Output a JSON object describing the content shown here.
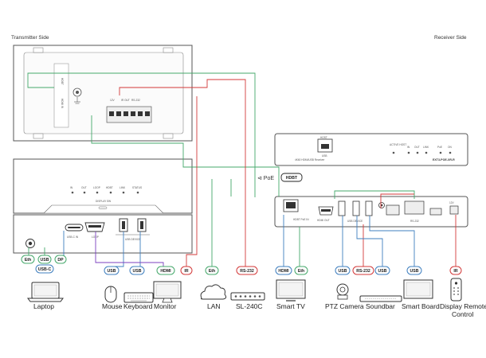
{
  "labels": {
    "transmitter_side": "Transmitter Side",
    "receiver_side": "Receiver Side",
    "poe": "⊲ PoE",
    "hdbt": "HDBT"
  },
  "colors": {
    "ethernet": "#45a86b",
    "usb": "#3f7fbf",
    "ir_rs232": "#d33a3a",
    "hdmi": "#7b3fbf"
  },
  "device_labels": {
    "tx_plate": {
      "v12": "12V",
      "ir_out": "IR OUT",
      "rs232": "RS-232",
      "hdbt": "HDBT",
      "hdmi_in": "HDMI IN"
    },
    "tx_front": {
      "in": "IN",
      "out": "OUT",
      "loop": "LOOP",
      "hdbt": "HDBT",
      "link": "LINK",
      "status": "STATUS",
      "display_sw": "DISPLAY SW"
    },
    "tx_rear": {
      "usbc_in": "USB-C IN",
      "loop": "LOOP",
      "usb_device": "USB DEVICE"
    },
    "rx_front": {
      "host": "HOST",
      "usb": "USB",
      "product_desc": "4K60 HDMI/USB Receiver",
      "active_host": "ACTIVE HOST",
      "in": "IN",
      "out": "OUT",
      "link": "LINK",
      "pd": "PoE",
      "on": "ON",
      "model": "EXT3-POE-XR-R"
    },
    "rx_rear": {
      "hdbt_poe": "HDBT PoE IN",
      "hdmi_out": "HDMI OUT",
      "usb_host": "USB DEVICE",
      "rs232": "RS-232",
      "v12": "12V"
    }
  },
  "cables": [
    {
      "label": "Eth",
      "kind": "ethernet"
    },
    {
      "label": "USB",
      "kind": "ethernet"
    },
    {
      "label": "DP",
      "kind": "ethernet"
    },
    {
      "label": "USB-C",
      "kind": "usb"
    },
    {
      "label": "USB",
      "kind": "usb"
    },
    {
      "label": "USB",
      "kind": "usb"
    },
    {
      "label": "HDMI",
      "kind": "ethernet"
    },
    {
      "label": "IR",
      "kind": "ir_rs232"
    },
    {
      "label": "Eth",
      "kind": "ethernet"
    },
    {
      "label": "RS-232",
      "kind": "ir_rs232"
    },
    {
      "label": "HDMI",
      "kind": "usb"
    },
    {
      "label": "Eth",
      "kind": "ethernet"
    },
    {
      "label": "USB",
      "kind": "usb"
    },
    {
      "label": "RS-232",
      "kind": "ir_rs232"
    },
    {
      "label": "USB",
      "kind": "usb"
    },
    {
      "label": "USB",
      "kind": "usb"
    },
    {
      "label": "IR",
      "kind": "ir_rs232"
    }
  ],
  "devices": {
    "laptop": "Laptop",
    "mouse": "Mouse",
    "keyboard": "Keyboard",
    "monitor": "Monitor",
    "lan": "LAN",
    "sl240c": "SL-240C",
    "smart_tv": "Smart TV",
    "ptz_camera": "PTZ Camera",
    "soundbar": "Soundbar",
    "smart_board": "Smart Board",
    "display_remote": "Display Remote",
    "control": "Control"
  }
}
